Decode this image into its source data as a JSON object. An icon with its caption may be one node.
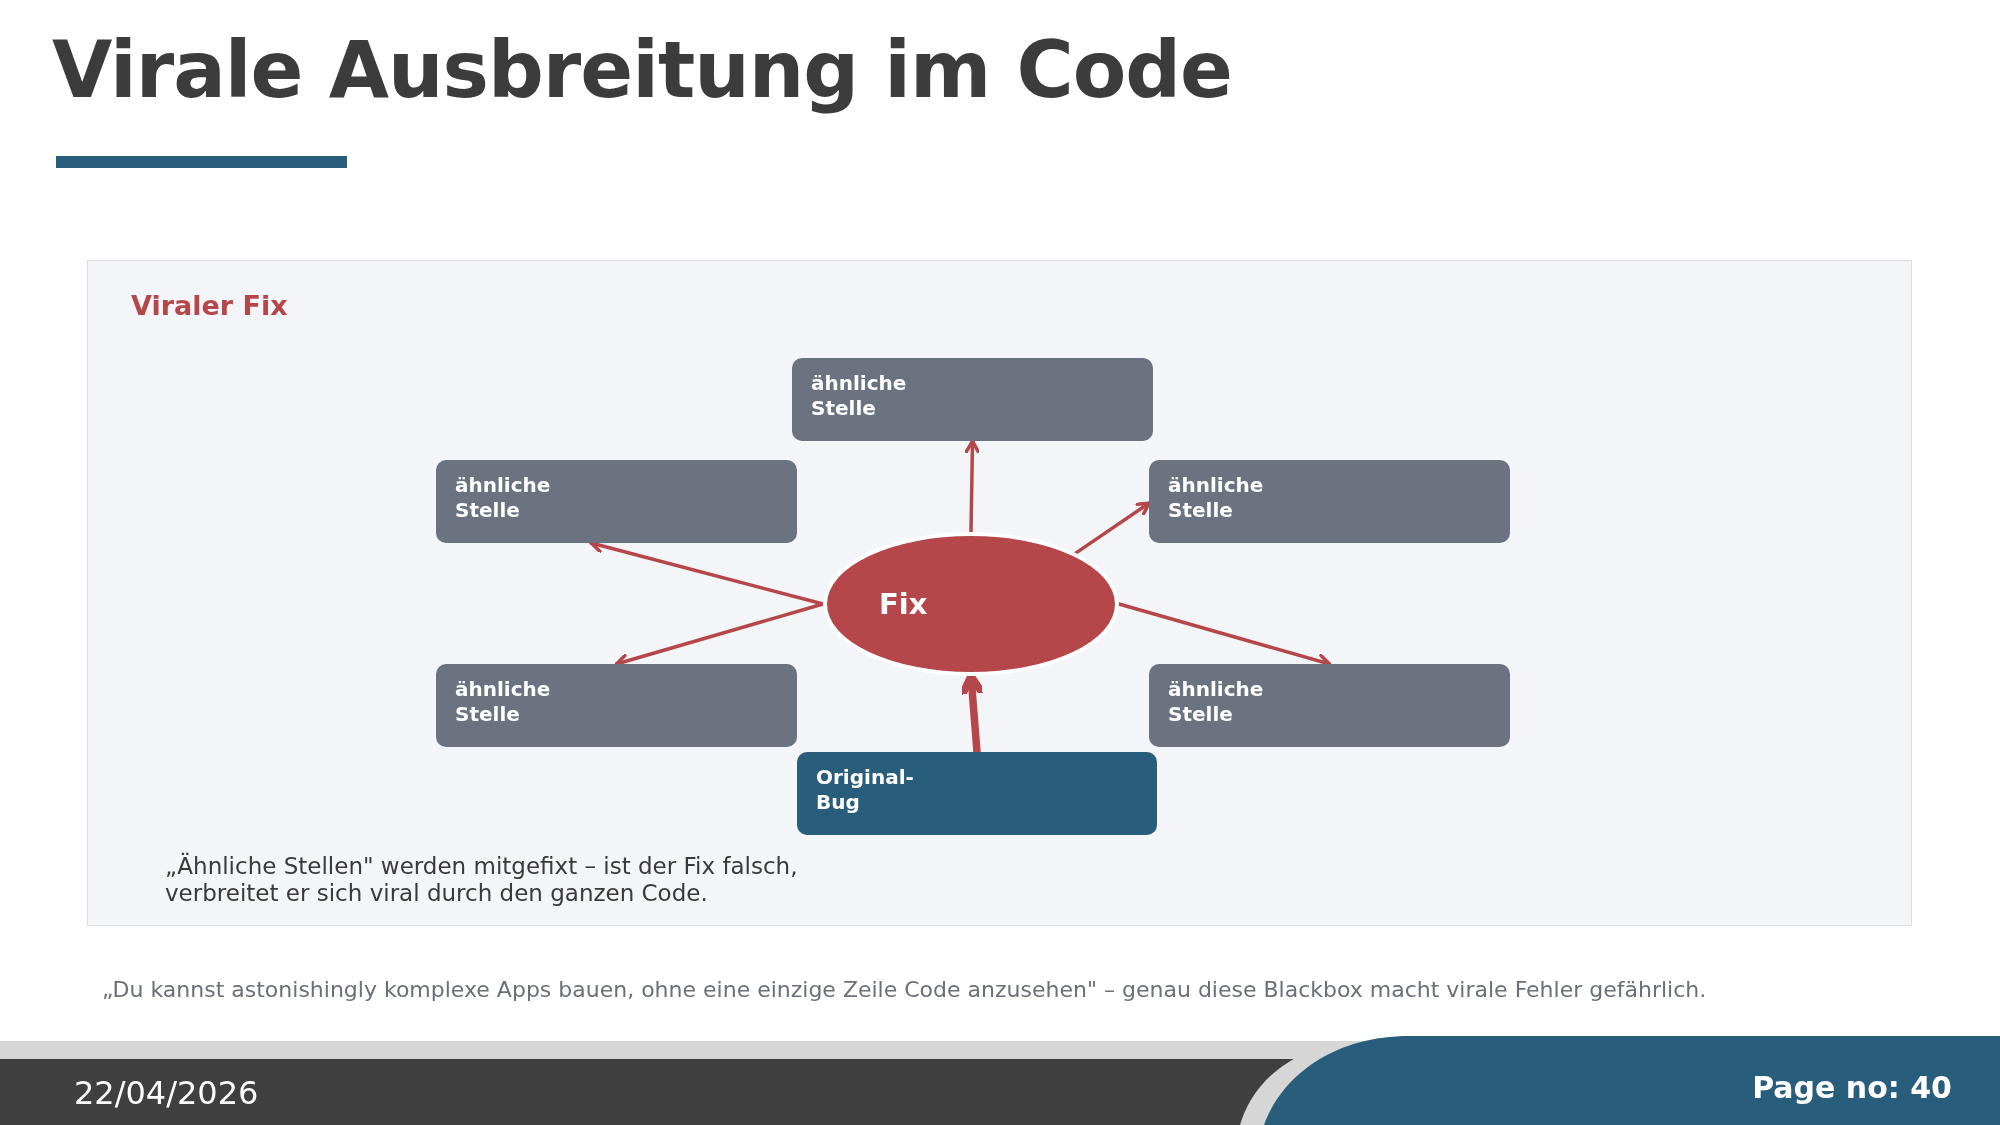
{
  "diagram": {
    "title": "Virale Ausbreitung im Code",
    "nodes": [
      {
        "text": [
          "Viraler Fix",
          "„Ähnliche Stellen\" werden mitgefixt – ist der Fix falsch, verbreitet er sich viral durch den ganzen Code."
        ]
      },
      {
        "text": [
          "ähnliche Stelle"
        ],
        "in": 0
      },
      {
        "text": [
          "ähnliche Stelle"
        ],
        "in": 0
      },
      {
        "text": [
          "ähnliche Stelle"
        ],
        "in": 0
      },
      {
        "text": [
          "Fix"
        ],
        "in": 0
      },
      {
        "text": [
          "ähnliche Stelle"
        ],
        "in": 0
      },
      {
        "text": [
          "ähnliche Stelle"
        ],
        "in": 0
      },
      {
        "text": [
          "Original-Bug"
        ],
        "in": 0
      }
    ],
    "edges": [
      {
        "from": 4,
        "to": 1,
        "arrow": "to"
      },
      {
        "from": 4,
        "to": 3,
        "arrow": "to"
      },
      {
        "from": 4,
        "to": 2,
        "arrow": "to"
      },
      {
        "from": 4,
        "to": 5,
        "arrow": "to"
      },
      {
        "from": 4,
        "to": 6,
        "arrow": "to"
      },
      {
        "from": 7,
        "to": 4,
        "arrow": "to",
        "style": "thick"
      }
    ],
    "labels": [
      "„Du kannst astonishingly komplexe Apps bauen, ohne eine einzige Zeile Code anzusehen\" – genau diese Blackbox macht virale Fehler gefährlich.",
      "22/04/2026",
      "Page no: 40"
    ]
  }
}
